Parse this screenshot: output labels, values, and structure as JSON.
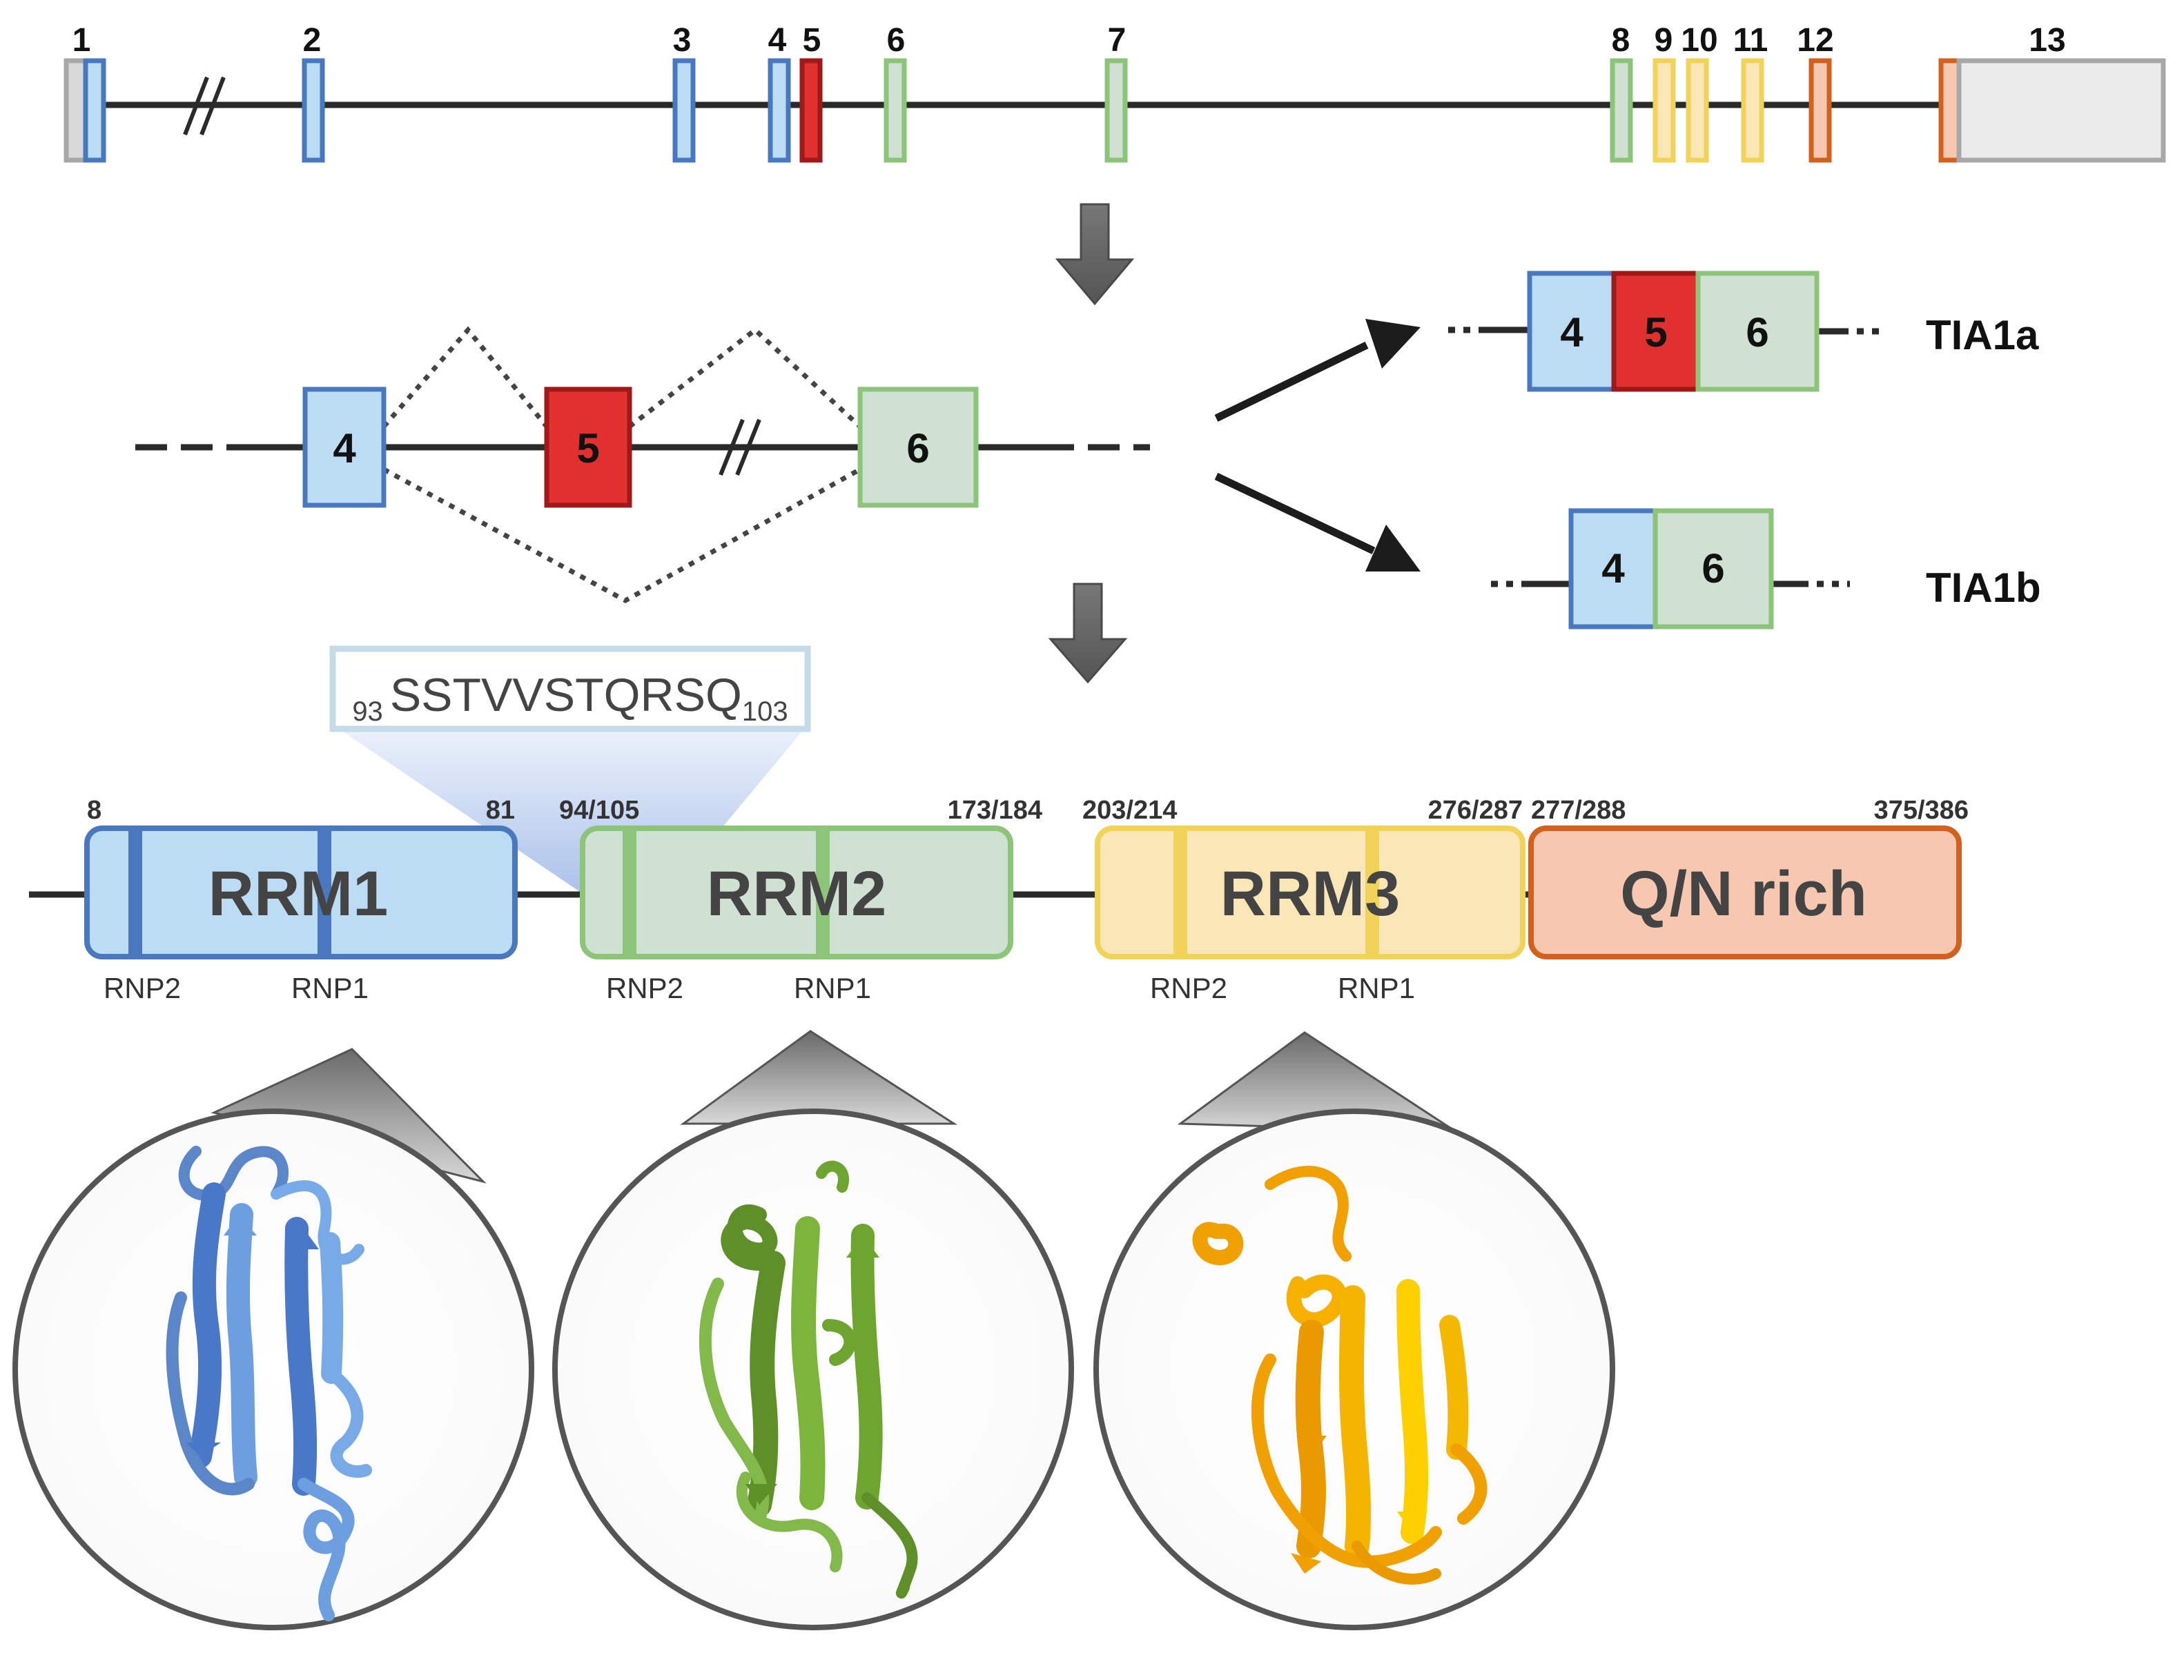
{
  "gene": {
    "exon_labels": [
      "1",
      "2",
      "3",
      "4",
      "5",
      "6",
      "7",
      "8",
      "9",
      "10",
      "11",
      "12",
      "13"
    ]
  },
  "splicing": {
    "exon4": "4",
    "exon5": "5",
    "exon6": "6",
    "isoform_a_label": "TIA1a",
    "isoform_b_label": "TIA1b",
    "isoform_a_exons": [
      "4",
      "5",
      "6"
    ],
    "isoform_b_exons": [
      "4",
      "6"
    ]
  },
  "peptide": {
    "start": "93",
    "sequence": "SSTVVSTQRSQ",
    "end": "103"
  },
  "protein": {
    "domains": [
      {
        "name": "RRM1",
        "start": "8",
        "end": "81"
      },
      {
        "name": "RRM2",
        "start": "94/105",
        "end": "173/184"
      },
      {
        "name": "RRM3",
        "start": "203/214",
        "end": "276/287"
      },
      {
        "name": "Q/N rich",
        "start": "277/288",
        "end": "375/386"
      }
    ],
    "motifs": {
      "rnp2": "RNP2",
      "rnp1": "RNP1"
    }
  },
  "colors": {
    "rrm1_fill": "#bcdcf4",
    "rrm1_stroke": "#4a78bf",
    "rrm2_fill": "#cfe2d2",
    "rrm2_stroke": "#8cc47a",
    "rrm3_fill": "#fbe6b8",
    "rrm3_stroke": "#f2d35a",
    "qn_fill": "#f6c8b0",
    "qn_stroke": "#d2601e",
    "exon5_fill": "#e03030",
    "exon5_stroke": "#a01818"
  }
}
